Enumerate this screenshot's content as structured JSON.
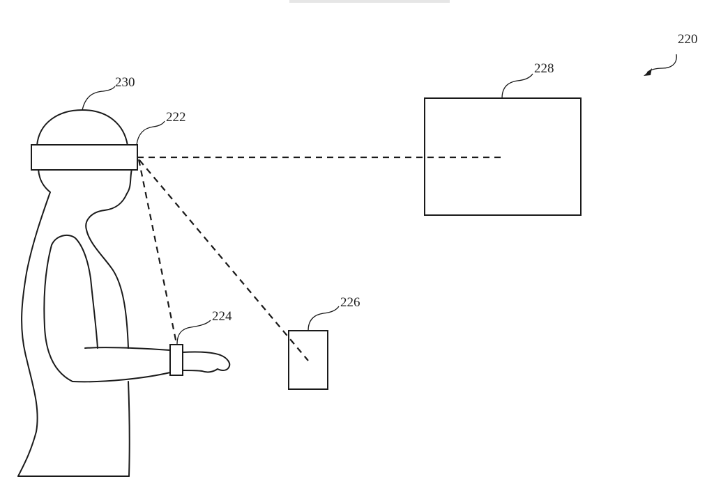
{
  "figure": {
    "labels": {
      "system": "220",
      "head_mounted_device": "222",
      "wrist_device": "224",
      "handheld_device": "226",
      "display_screen": "228",
      "user": "230"
    },
    "colors": {
      "stroke": "#1a1a1a",
      "background": "#ffffff"
    }
  }
}
